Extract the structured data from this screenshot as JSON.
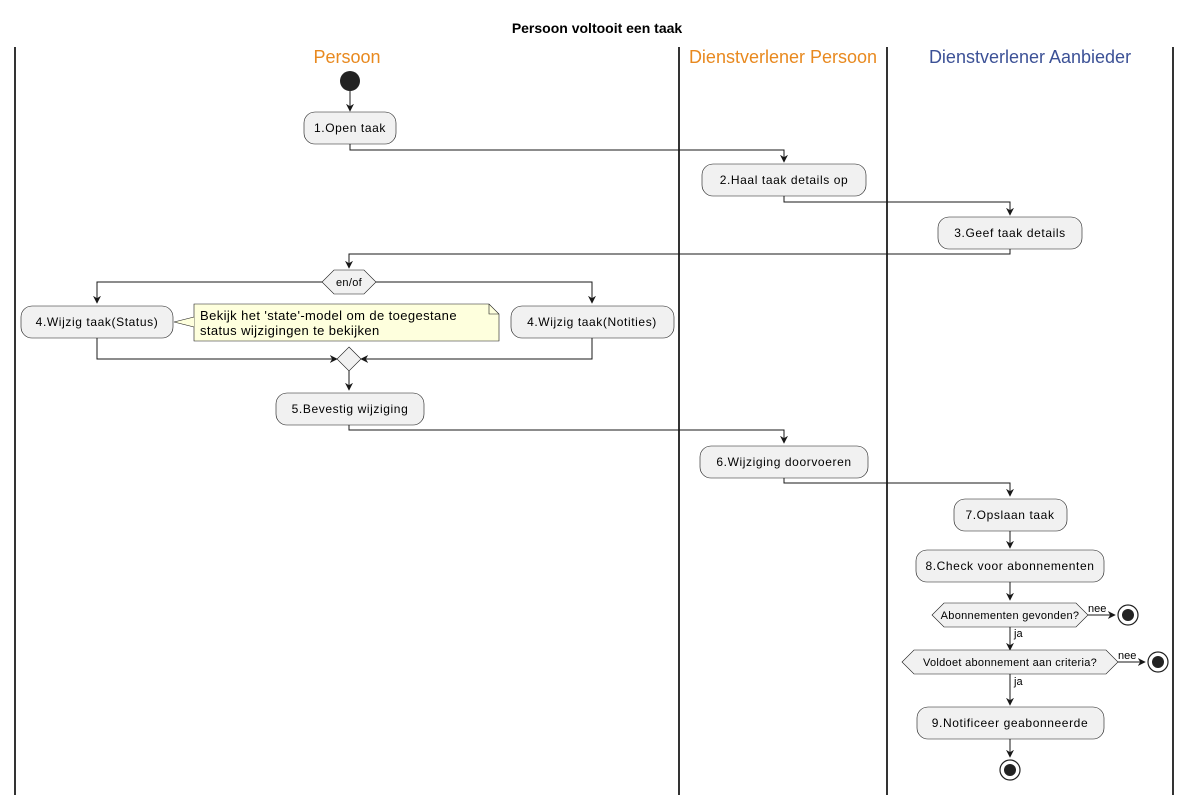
{
  "title": "Persoon voltooit een taak",
  "colors": {
    "lane_persoon": "#E8891F",
    "lane_dienst_persoon": "#E8891F",
    "lane_dienst_aanbieder": "#3C5196",
    "activity_fill": "#F1F1F1",
    "note_fill": "#FEFFDD"
  },
  "lanes": {
    "persoon": "Persoon",
    "dienstverlener_persoon": "Dienstverlener Persoon",
    "dienstverlener_aanbieder": "Dienstverlener Aanbieder"
  },
  "activities": {
    "open_taak": "1.Open taak",
    "haal_details": "2.Haal taak details op",
    "geef_details": "3.Geef taak details",
    "wijzig_status": "4.Wijzig taak(Status)",
    "wijzig_notities": "4.Wijzig taak(Notities)",
    "bevestig": "5.Bevestig wijziging",
    "doorvoeren": "6.Wijziging doorvoeren",
    "opslaan": "7.Opslaan taak",
    "check_abonnementen": "8.Check voor abonnementen",
    "notificeer": "9.Notificeer geabonneerde"
  },
  "decisions": {
    "fork_label": "en/of",
    "abonnementen_gevonden": "Abonnementen gevonden?",
    "voldoet_criteria": "Voldoet abonnement aan criteria?"
  },
  "branch_labels": {
    "nee_1": "nee",
    "ja_1": "ja",
    "nee_2": "nee",
    "ja_2": "ja"
  },
  "note": {
    "line1": "Bekijk het 'state'-model om de toegestane",
    "line2": "status wijzigingen te bekijken"
  }
}
